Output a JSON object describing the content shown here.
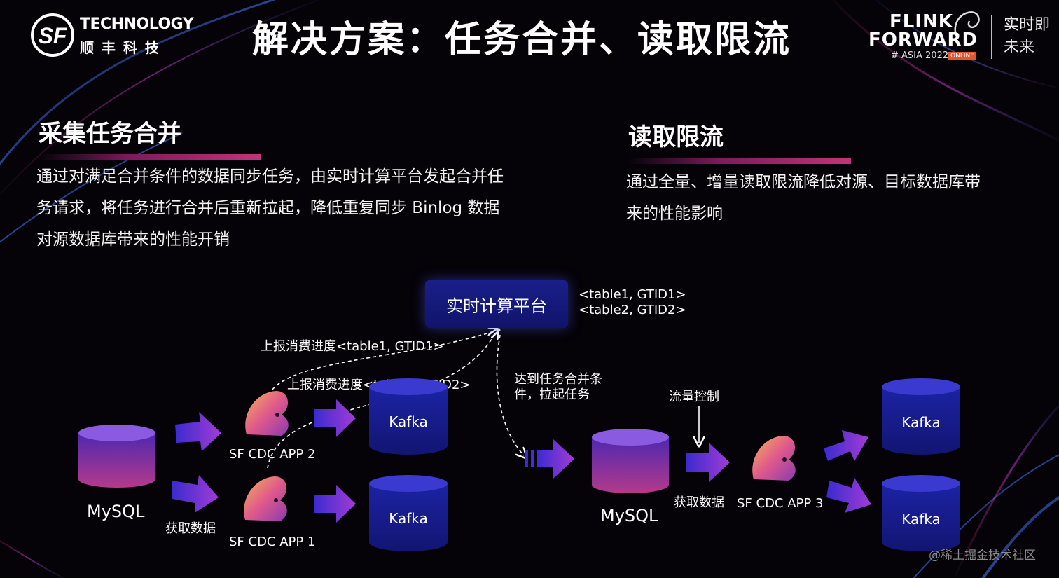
{
  "header": {
    "logo_en": "TECHNOLOGY",
    "logo_cn": "顺 丰 科 技",
    "title": "解决方案：任务合并、读取限流",
    "flink_line1": "FLINK",
    "flink_line2": "FORWARD",
    "flink_line3": "# ASIA 2022",
    "flink_badge": "ONLINE",
    "realtime_logo_line1": "实时即",
    "realtime_logo_line2": "未来"
  },
  "left_section": {
    "title": "采集任务合并",
    "paragraph_lines": [
      "通过对满足合并条件的数据同步任务，由实时计算平台发起合并任",
      "务请求，将任务进行合并后重新拉起，降低重复同步 Binlog 数据",
      "对源数据库带来的性能开销"
    ]
  },
  "right_section": {
    "title": "读取限流",
    "paragraph_lines": [
      "通过全量、增量读取限流降低对源、目标数据库带",
      "来的性能影响"
    ]
  },
  "diagram": {
    "platform": "实时计算平台",
    "gtid_line1": "<table1, GTID1>",
    "gtid_line2": "<table2, GTID2>",
    "report1": "上报消费进度<table1, GTID1>",
    "report2": "上报消费进度<table2, GTID2>",
    "merge_line1": "达到任务合并条",
    "merge_line2": "件，拉起任务",
    "flow_control": "流量控制",
    "mysql_left": "MySQL",
    "mysql_right": "MySQL",
    "fetch_left": "获取数据",
    "fetch_right": "获取数据",
    "app2": "SF CDC APP 2",
    "app1": "SF CDC APP 1",
    "app3": "SF CDC APP 3",
    "kafka_label": "Kafka"
  },
  "watermark": "@稀土掘金技术社区",
  "colors": {
    "cylinder_purple": "#5a2aa8",
    "cylinder_navy": "#151a8a",
    "arrow_start": "#3a2bd0",
    "arrow_end": "#a23bd6",
    "accent_pink": "#c2347a"
  }
}
